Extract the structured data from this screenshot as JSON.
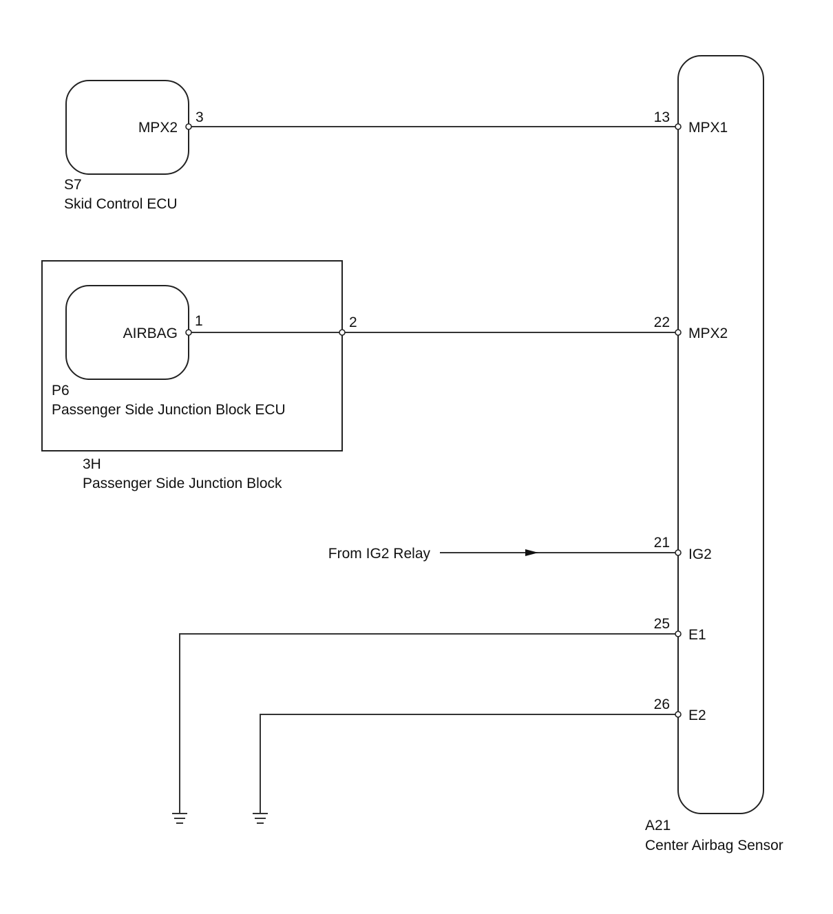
{
  "components": {
    "skid_ecu": {
      "code": "S7",
      "name": "Skid Control ECU",
      "pin_label": "MPX2",
      "pin_number": "3"
    },
    "junction_ecu": {
      "code": "P6",
      "name": "Passenger Side Junction Block ECU",
      "pin_label": "AIRBAG",
      "pin_number": "1"
    },
    "junction_block": {
      "code": "3H",
      "name": "Passenger Side Junction Block",
      "pin_number": "2"
    },
    "airbag_sensor": {
      "code": "A21",
      "name": "Center Airbag Sensor",
      "pins": [
        {
          "number": "13",
          "label": "MPX1"
        },
        {
          "number": "22",
          "label": "MPX2"
        },
        {
          "number": "21",
          "label": "IG2"
        },
        {
          "number": "25",
          "label": "E1"
        },
        {
          "number": "26",
          "label": "E2"
        }
      ]
    }
  },
  "sources": {
    "ig2": "From IG2 Relay"
  }
}
